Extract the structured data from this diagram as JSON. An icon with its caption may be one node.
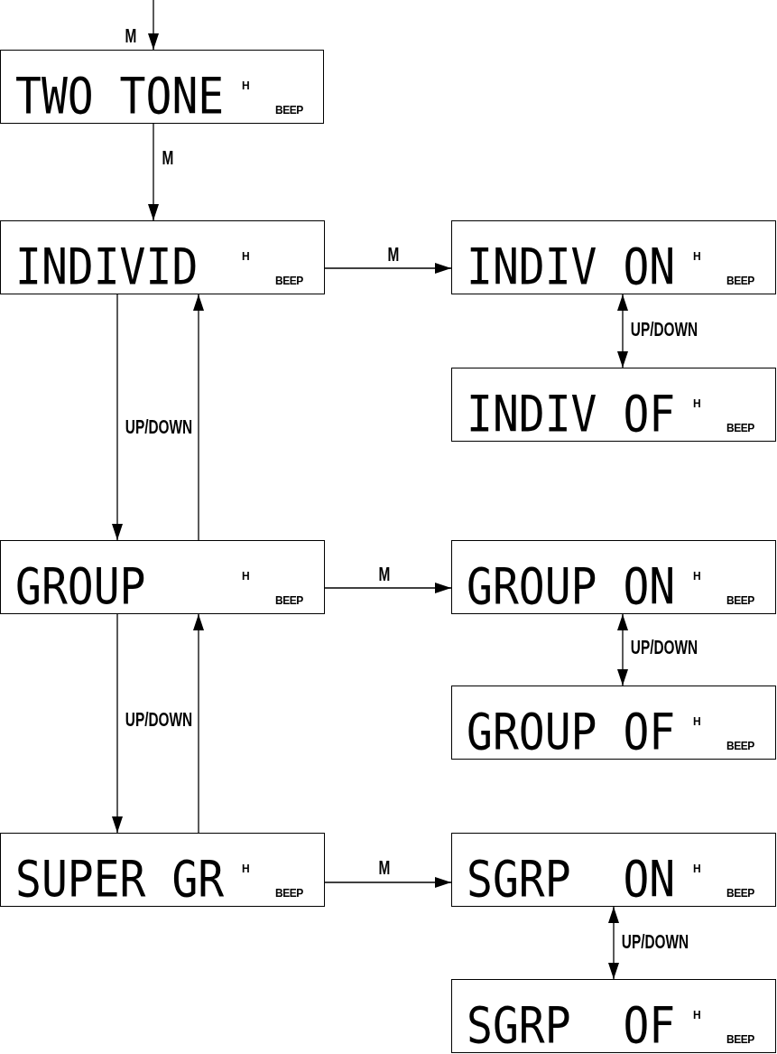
{
  "diagram": {
    "nodes": [
      {
        "text": [
          "TWO TONE",
          "H",
          "BEEP"
        ]
      },
      {
        "text": [
          "INDIVID",
          "H",
          "BEEP"
        ]
      },
      {
        "text": [
          "INDIV ON",
          "H",
          "BEEP"
        ]
      },
      {
        "text": [
          "INDIV OF",
          "H",
          "BEEP"
        ]
      },
      {
        "text": [
          "GROUP",
          "H",
          "BEEP"
        ]
      },
      {
        "text": [
          "GROUP ON",
          "H",
          "BEEP"
        ]
      },
      {
        "text": [
          "GROUP OF",
          "H",
          "BEEP"
        ]
      },
      {
        "text": [
          "SUPER GR",
          "H",
          "BEEP"
        ]
      },
      {
        "text": [
          "SGRP  ON",
          "H",
          "BEEP"
        ]
      },
      {
        "text": [
          "SGRP  OF",
          "H",
          "BEEP"
        ]
      }
    ],
    "edges": [
      {
        "from": null,
        "to": 0,
        "arrow": "to",
        "label": "M"
      },
      {
        "from": 0,
        "to": 1,
        "arrow": "to",
        "label": "M"
      },
      {
        "from": 1,
        "to": 2,
        "arrow": "to",
        "label": "M"
      },
      {
        "from": 2,
        "to": 3,
        "arrow": "both",
        "label": "UP/DOWN"
      },
      {
        "from": 1,
        "to": 4,
        "arrow": "to",
        "label": "UP/DOWN"
      },
      {
        "from": 4,
        "to": 1,
        "arrow": "to"
      },
      {
        "from": 4,
        "to": 5,
        "arrow": "to",
        "label": "M"
      },
      {
        "from": 5,
        "to": 6,
        "arrow": "both",
        "label": "UP/DOWN"
      },
      {
        "from": 4,
        "to": 7,
        "arrow": "to",
        "label": "UP/DOWN"
      },
      {
        "from": 7,
        "to": 4,
        "arrow": "to"
      },
      {
        "from": 7,
        "to": 8,
        "arrow": "to",
        "label": "M"
      },
      {
        "from": 8,
        "to": 9,
        "arrow": "both",
        "label": "UP/DOWN"
      }
    ]
  }
}
